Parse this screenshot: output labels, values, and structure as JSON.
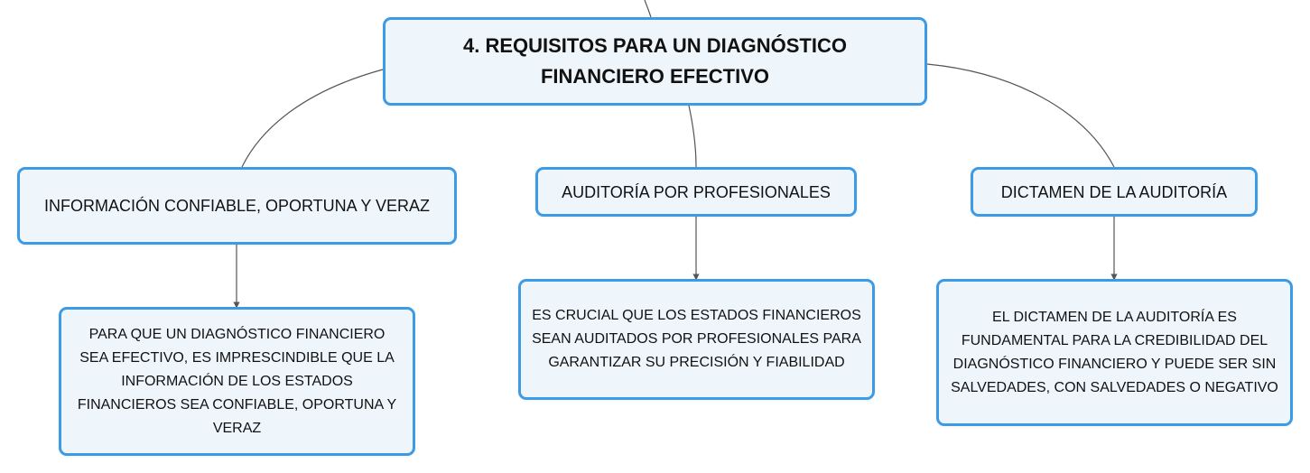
{
  "diagram": {
    "root": {
      "title": "4. REQUISITOS PARA UN DIAGNÓSTICO FINANCIERO EFECTIVO"
    },
    "branches": [
      {
        "label": "INFORMACIÓN CONFIABLE, OPORTUNA Y VERAZ",
        "detail": "PARA QUE UN DIAGNÓSTICO FINANCIERO SEA EFECTIVO, ES IMPRESCINDIBLE QUE LA INFORMACIÓN DE LOS ESTADOS FINANCIEROS SEA CONFIABLE, OPORTUNA Y VERAZ"
      },
      {
        "label": "AUDITORÍA POR PROFESIONALES",
        "detail": "ES CRUCIAL QUE LOS ESTADOS FINANCIEROS SEAN AUDITADOS POR PROFESIONALES PARA GARANTIZAR SU PRECISIÓN Y FIABILIDAD"
      },
      {
        "label": "DICTAMEN DE LA AUDITORÍA",
        "detail": "EL DICTAMEN DE LA AUDITORÍA ES FUNDAMENTAL PARA LA CREDIBILIDAD DEL DIAGNÓSTICO FINANCIERO Y PUEDE SER SIN SALVEDADES, CON SALVEDADES O NEGATIVO"
      }
    ],
    "colors": {
      "node_border": "#3d9be6",
      "node_fill": "#eef6fc",
      "connector": "#555555"
    }
  }
}
